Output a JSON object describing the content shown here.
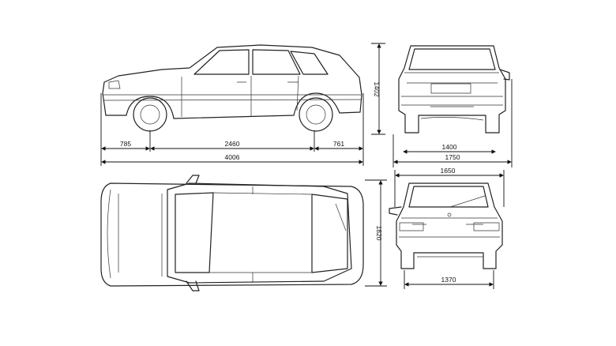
{
  "title": "Car dimension blueprint (hatchback, side / front / rear / top views)",
  "dimensions": {
    "front_overhang": "785",
    "wheelbase": "2460",
    "rear_overhang": "761",
    "overall_length": "4006",
    "height": "1402",
    "front_track": "1400",
    "overall_width": "1750",
    "mirror_width": "1650",
    "rear_track": "1370",
    "top_width": "1820"
  },
  "units": "mm"
}
